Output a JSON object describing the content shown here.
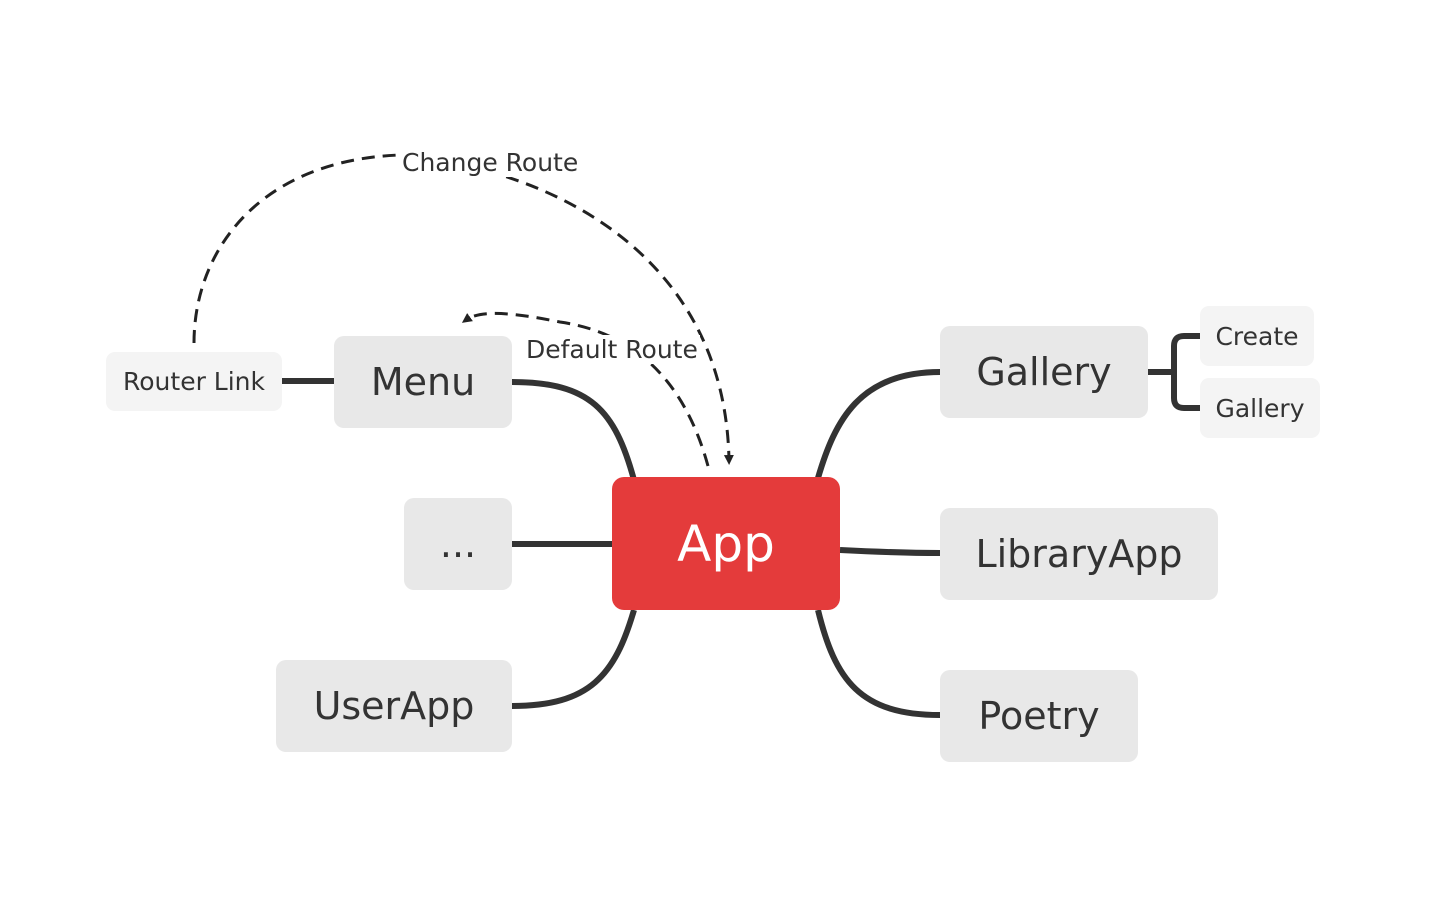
{
  "diagram": {
    "central": {
      "label": "App",
      "color": "#e43b3b"
    },
    "left_nodes": {
      "menu": "Menu",
      "ellipsis": "...",
      "userapp": "UserApp"
    },
    "right_nodes": {
      "gallery": "Gallery",
      "libraryapp": "LibraryApp",
      "poetry": "Poetry"
    },
    "subnodes": {
      "router_link": "Router Link",
      "gallery_create": "Create",
      "gallery_gallery": "Gallery"
    },
    "edge_labels": {
      "change_route": "Change Route",
      "default_route": "Default Route"
    },
    "colors": {
      "node_fill": "#e8e8e8",
      "subnode_fill": "#f4f4f4",
      "connector": "#333333"
    }
  }
}
